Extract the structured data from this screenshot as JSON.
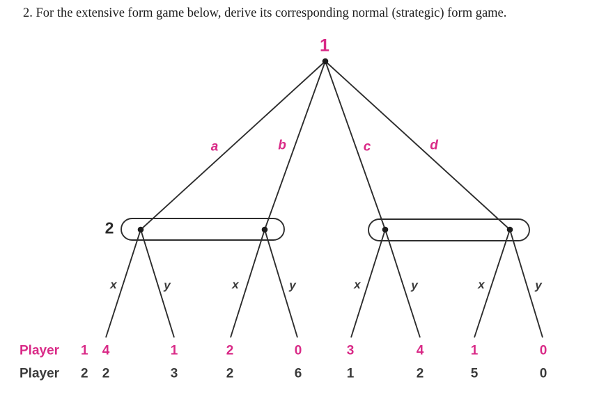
{
  "title": "2. For the extensive form game below, derive its corresponding normal (strategic) form game.",
  "colors": {
    "accent_pink": "#d92a87",
    "ink_dark": "#3a3a3a",
    "line": "#2d2d2d"
  },
  "tree": {
    "root_player_label": "1",
    "info_set_player_label": "2",
    "branch_labels": {
      "a": "a",
      "b": "b",
      "c": "c",
      "d": "d"
    },
    "actions": [
      "x",
      "y",
      "x",
      "y",
      "x",
      "y",
      "x",
      "y"
    ]
  },
  "payoffs": {
    "rows": [
      {
        "label": "Player",
        "num": "1",
        "values": [
          "4",
          "1",
          "2",
          "0",
          "3",
          "4",
          "1",
          "0"
        ]
      },
      {
        "label": "Player",
        "num": "2",
        "values": [
          "2",
          "3",
          "2",
          "6",
          "1",
          "2",
          "5",
          "0"
        ]
      }
    ]
  }
}
